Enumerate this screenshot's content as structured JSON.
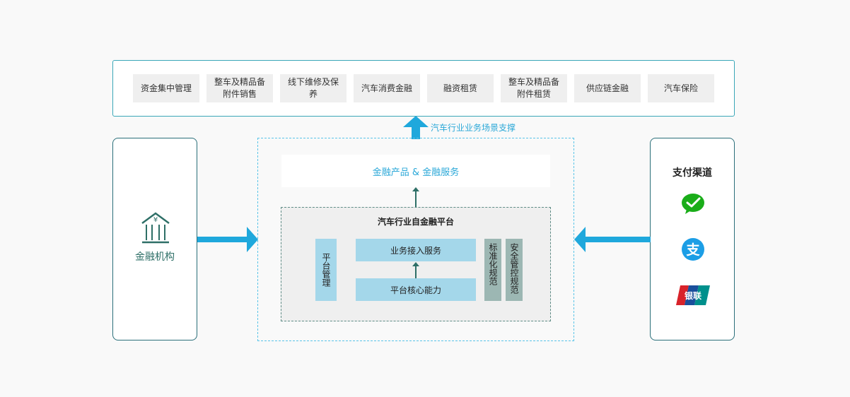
{
  "scenarios": [
    "资金集中管理",
    "整车及精品备附件销售",
    "线下维修及保养",
    "汽车消费金融",
    "融资租赁",
    "整车及精品备附件租赁",
    "供应链金融",
    "汽车保险"
  ],
  "support_label": "汽车行业业务场景支撑",
  "finance_products": "金融产品  &  金融服务",
  "platform": {
    "title": "汽车行业自金融平台",
    "management": "平台管理",
    "access": "业务接入服务",
    "core": "平台核心能力",
    "standard": "标准化规范",
    "security": "安全管控规范"
  },
  "institution": {
    "label": "金融机构",
    "icon": "bank-icon"
  },
  "payment": {
    "title": "支付渠道",
    "channels": [
      {
        "icon": "wechat-pay-icon"
      },
      {
        "icon": "alipay-icon",
        "glyph": "支"
      },
      {
        "icon": "unionpay-icon",
        "text": "银联"
      }
    ]
  },
  "colors": {
    "accent": "#2ba8d8",
    "arrow": "#1fa8dc",
    "teal": "#2e6f67",
    "light_block": "#a4d7ea",
    "gray_block": "#9cb7b3"
  }
}
